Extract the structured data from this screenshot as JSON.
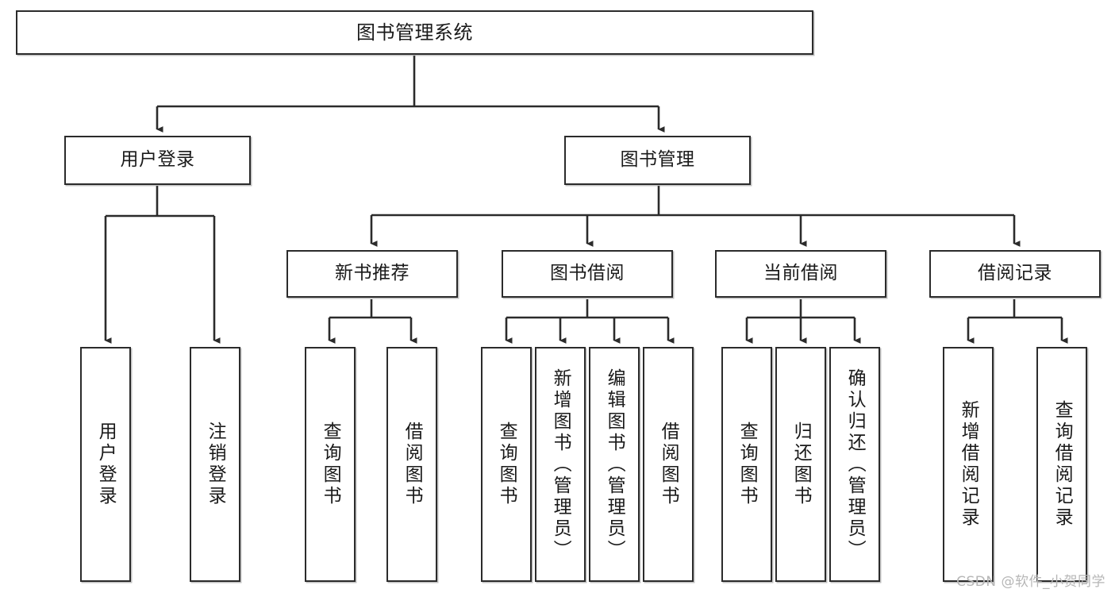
{
  "diagram": {
    "type": "tree-hierarchy-chart",
    "title": "图书管理系统",
    "orientation": "top-down",
    "colors": {
      "box_border": "#2b2b2b",
      "box_fill": "#ffffff",
      "edge": "#2b2b2b",
      "text": "#1a1a1a",
      "watermark": "#b6b6b6",
      "background": "#ffffff"
    },
    "levels": [
      {
        "level": 1,
        "nodes": [
          {
            "id": "root",
            "label": "图书管理系统",
            "text_direction": "horizontal"
          }
        ]
      },
      {
        "level": 2,
        "nodes": [
          {
            "id": "user-login",
            "label": "用户登录",
            "text_direction": "horizontal",
            "parent": "root"
          },
          {
            "id": "book-mgmt",
            "label": "图书管理",
            "text_direction": "horizontal",
            "parent": "root"
          }
        ]
      },
      {
        "level": 3,
        "nodes": [
          {
            "id": "new-book-rec",
            "label": "新书推荐",
            "text_direction": "horizontal",
            "parent": "book-mgmt"
          },
          {
            "id": "book-borrow",
            "label": "图书借阅",
            "text_direction": "horizontal",
            "parent": "book-mgmt"
          },
          {
            "id": "current-borrow",
            "label": "当前借阅",
            "text_direction": "horizontal",
            "parent": "book-mgmt"
          },
          {
            "id": "borrow-record",
            "label": "借阅记录",
            "text_direction": "horizontal",
            "parent": "book-mgmt"
          }
        ]
      },
      {
        "level": 4,
        "nodes": [
          {
            "id": "leaf-user-login",
            "label": "用户登录",
            "text_direction": "vertical",
            "parent": "user-login"
          },
          {
            "id": "leaf-user-logout",
            "label": "注销登录",
            "text_direction": "vertical",
            "parent": "user-login"
          },
          {
            "id": "leaf-rec-query",
            "label": "查询图书",
            "text_direction": "vertical",
            "parent": "new-book-rec"
          },
          {
            "id": "leaf-rec-borrow",
            "label": "借阅图书",
            "text_direction": "vertical",
            "parent": "new-book-rec"
          },
          {
            "id": "leaf-borrow-query",
            "label": "查询图书",
            "text_direction": "vertical",
            "parent": "book-borrow"
          },
          {
            "id": "leaf-borrow-add",
            "label": "新增图书（管理员）",
            "text_direction": "vertical",
            "parent": "book-borrow"
          },
          {
            "id": "leaf-borrow-edit",
            "label": "编辑图书（管理员）",
            "text_direction": "vertical",
            "parent": "book-borrow"
          },
          {
            "id": "leaf-borrow-lend",
            "label": "借阅图书",
            "text_direction": "vertical",
            "parent": "book-borrow"
          },
          {
            "id": "leaf-current-query",
            "label": "查询图书",
            "text_direction": "vertical",
            "parent": "current-borrow"
          },
          {
            "id": "leaf-current-return",
            "label": "归还图书",
            "text_direction": "vertical",
            "parent": "current-borrow"
          },
          {
            "id": "leaf-current-confirm",
            "label": "确认归还（管理员）",
            "text_direction": "vertical",
            "parent": "current-borrow"
          },
          {
            "id": "leaf-record-add",
            "label": "新增借阅记录",
            "text_direction": "vertical",
            "parent": "borrow-record"
          },
          {
            "id": "leaf-record-query",
            "label": "查询借阅记录",
            "text_direction": "vertical",
            "parent": "borrow-record"
          }
        ]
      }
    ]
  },
  "watermark": {
    "text": "CSDN @软件_小贺同学"
  }
}
